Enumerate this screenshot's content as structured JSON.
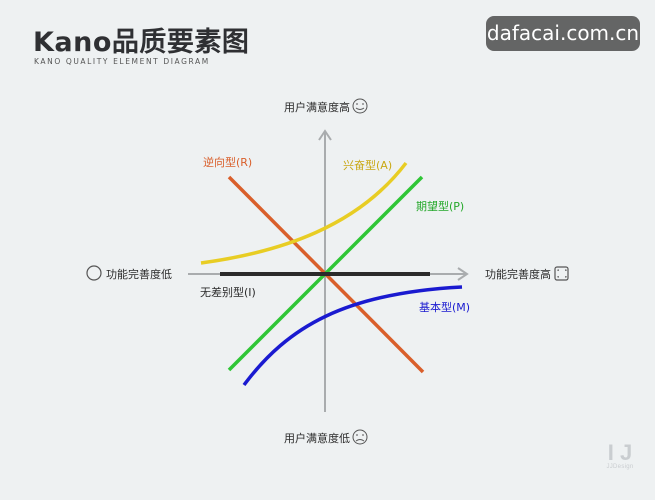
{
  "header": {
    "title": "Kano品质要素图",
    "subtitle": "KANO QUALITY ELEMENT DIAGRAM"
  },
  "watermark": {
    "text": "dafacai.com.cn"
  },
  "axes": {
    "y_top": "用户满意度高",
    "y_bottom": "用户满意度低",
    "x_left": "功能完善度低",
    "x_right": "功能完善度高"
  },
  "curves": {
    "reverse": {
      "label": "逆向型(R)",
      "color": "#d95f2b"
    },
    "exciting": {
      "label": "兴奋型(A)",
      "color": "#e8cd24"
    },
    "expected": {
      "label": "期望型(P)",
      "color": "#2fc636"
    },
    "basic": {
      "label": "基本型(M)",
      "color": "#1a1ad0"
    },
    "indifferent": {
      "label": "无差别型(I)",
      "color": "#2b2b2b"
    }
  },
  "icons": {
    "y_top": "smile-icon",
    "y_bottom": "frown-icon",
    "x_left": "empty-circle-icon",
    "x_right": "full-frame-icon"
  },
  "logo": {
    "text": "JJDesign"
  }
}
